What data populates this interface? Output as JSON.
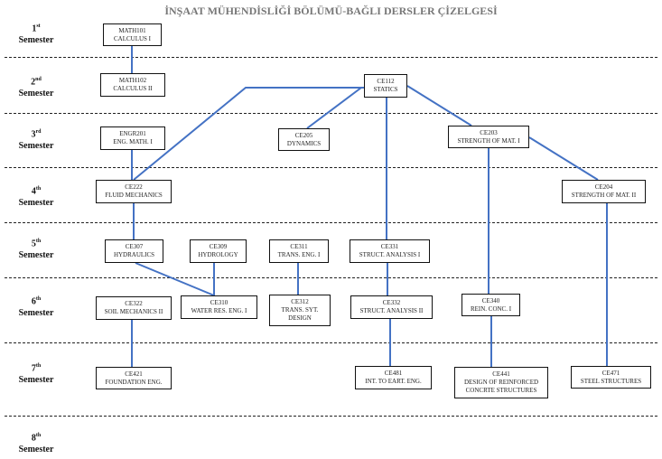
{
  "title": "İNŞAAT MÜHENDİSLİĞİ BÖLÜMÜ-BAĞLI DERSLER ÇİZELGESİ",
  "line_color": "#4472c4",
  "semesters": [
    {
      "num": "1",
      "sup": "st",
      "label": "Semester"
    },
    {
      "num": "2",
      "sup": "nd",
      "label": "Semester"
    },
    {
      "num": "3",
      "sup": "rd",
      "label": "Semester"
    },
    {
      "num": "4",
      "sup": "th",
      "label": "Semester"
    },
    {
      "num": "5",
      "sup": "th",
      "label": "Semester"
    },
    {
      "num": "6",
      "sup": "th",
      "label": "Semester"
    },
    {
      "num": "7",
      "sup": "th",
      "label": "Semester"
    },
    {
      "num": "8",
      "sup": "th",
      "label": "Semester"
    }
  ],
  "courses": {
    "math101": {
      "code": "MATH101",
      "name": "CALCULUS I"
    },
    "math102": {
      "code": "MATH102",
      "name": "CALCULUS II"
    },
    "ce112": {
      "code": "CE112",
      "name": "STATICS"
    },
    "engr201": {
      "code": "ENGR201",
      "name": "ENG. MATH. I"
    },
    "ce205": {
      "code": "CE205",
      "name": "DYNAMICS"
    },
    "ce203": {
      "code": "CE203",
      "name": "STRENGTH OF MAT. I"
    },
    "ce222": {
      "code": "CE222",
      "name": "FLUID MECHANICS"
    },
    "ce204": {
      "code": "CE204",
      "name": "STRENGTH OF MAT. II"
    },
    "ce307": {
      "code": "CE307",
      "name": "HYDRAULICS"
    },
    "ce309": {
      "code": "CE309",
      "name": "HYDROLOGY"
    },
    "ce311": {
      "code": "CE311",
      "name": "TRANS. ENG. I"
    },
    "ce331": {
      "code": "CE331",
      "name": "STRUCT. ANALYSIS I"
    },
    "ce322": {
      "code": "CE322",
      "name": "SOIL MECHANICS II"
    },
    "ce310": {
      "code": "CE310",
      "name": "WATER RES. ENG. I"
    },
    "ce312": {
      "code": "CE312",
      "name": "TRANS. SYT. DESIGN"
    },
    "ce332": {
      "code": "CE332",
      "name": "STRUCT. ANALYSIS II"
    },
    "ce340": {
      "code": "CE340",
      "name": "REIN. CONC. I"
    },
    "ce421": {
      "code": "CE421",
      "name": "FOUNDATION ENG."
    },
    "ce481": {
      "code": "CE481",
      "name": "INT. TO EART. ENG."
    },
    "ce441": {
      "code": "CE441",
      "name": "DESIGN OF REINFORCED CONCRTE STRUCTURES"
    },
    "ce471": {
      "code": "CE471",
      "name": "STEEL STRUCTURES"
    }
  }
}
